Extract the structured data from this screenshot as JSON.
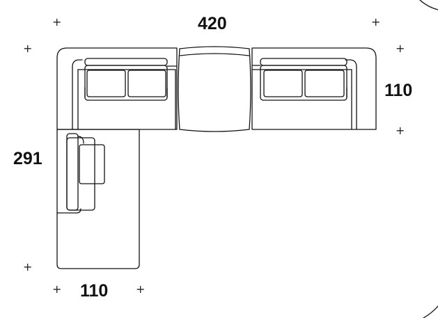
{
  "dimensions": {
    "overall_width": "420",
    "right_depth": "110",
    "left_length": "291",
    "left_width": "110"
  },
  "marks": {
    "glyph": "+"
  },
  "colors": {
    "outline": "#111111",
    "background": "#ffffff"
  },
  "icons": [
    "corner-curve-icon"
  ]
}
